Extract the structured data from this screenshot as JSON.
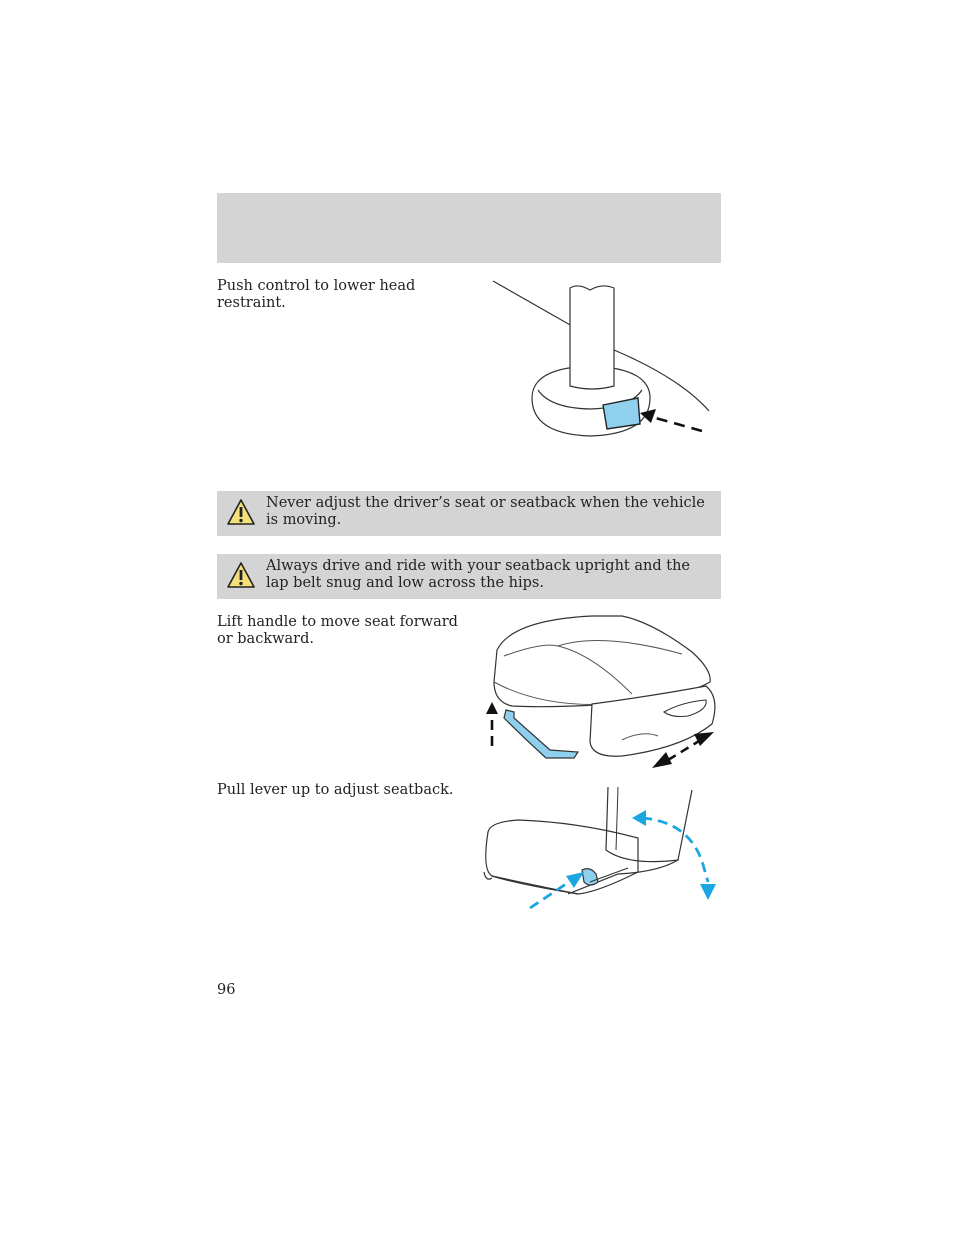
{
  "sections": {
    "head_restraint": {
      "instruction": "Push control to lower head restraint."
    },
    "seat_track": {
      "instruction": "Lift handle to move seat forward or backward."
    },
    "seatback": {
      "instruction": "Pull lever up to adjust seatback."
    }
  },
  "warnings": [
    {
      "text": "Never adjust the driver’s seat or seatback when the vehicle is moving."
    },
    {
      "text": "Always drive and ride with your seatback upright and the lap belt snug and low across the hips."
    }
  ],
  "footer": {
    "page_number": "96"
  },
  "colors": {
    "accent_blue": "#8fd0ee",
    "arrow_blue": "#1aa6e0",
    "band_gray": "#d4d4d4",
    "warning_triangle": "#f4e07a"
  },
  "icons": [
    "warning-triangle-icon"
  ]
}
